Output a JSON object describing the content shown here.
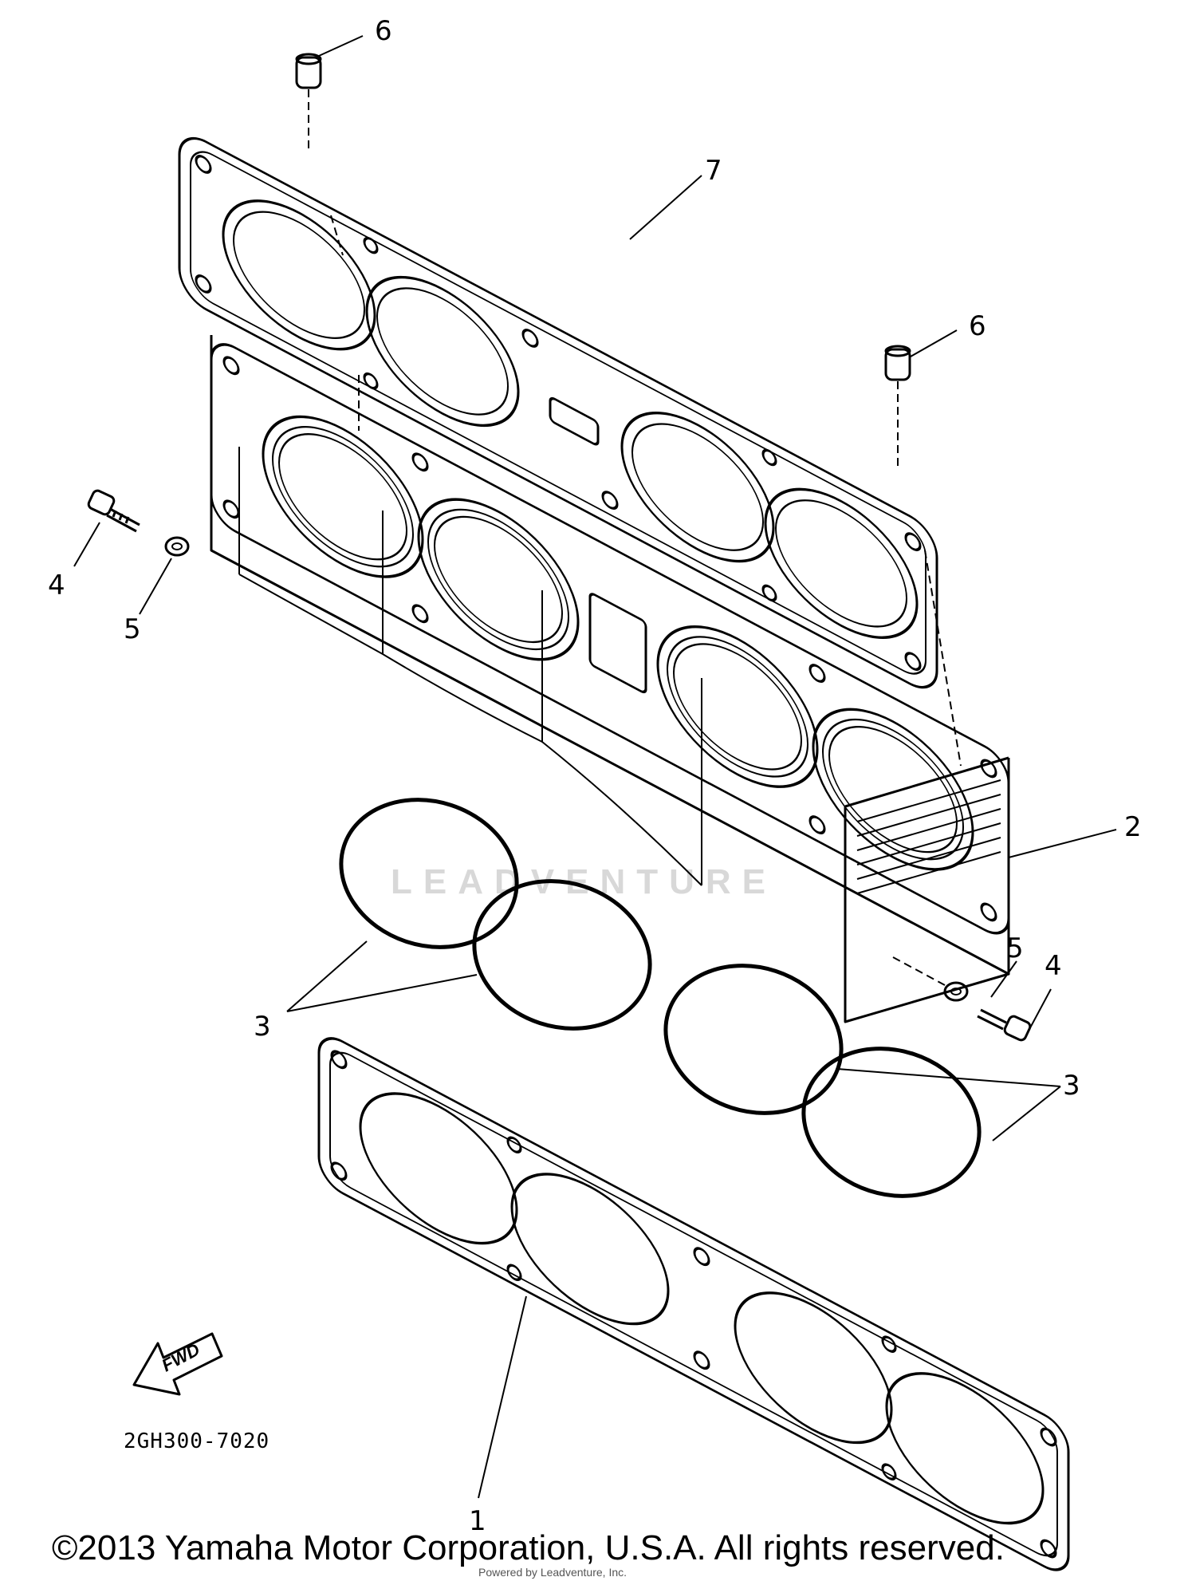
{
  "callouts": {
    "label_1": "1",
    "label_2": "2",
    "label_3_left": "3",
    "label_3_right": "3",
    "label_4_left": "4",
    "label_4_right": "4",
    "label_5_left": "5",
    "label_5_right": "5",
    "label_6_top": "6",
    "label_6_right": "6",
    "label_7": "7"
  },
  "fwd_arrow_text": "FWD",
  "diagram_code": "2GH300-7020",
  "watermark": "LEADVENTURE",
  "copyright": "©2013 Yamaha Motor Corporation, U.S.A. All rights reserved.",
  "fine_print": "Powered by Leadventure, Inc.",
  "colors": {
    "line": "#000000",
    "background": "#ffffff",
    "watermark": "#d8d8d8"
  }
}
